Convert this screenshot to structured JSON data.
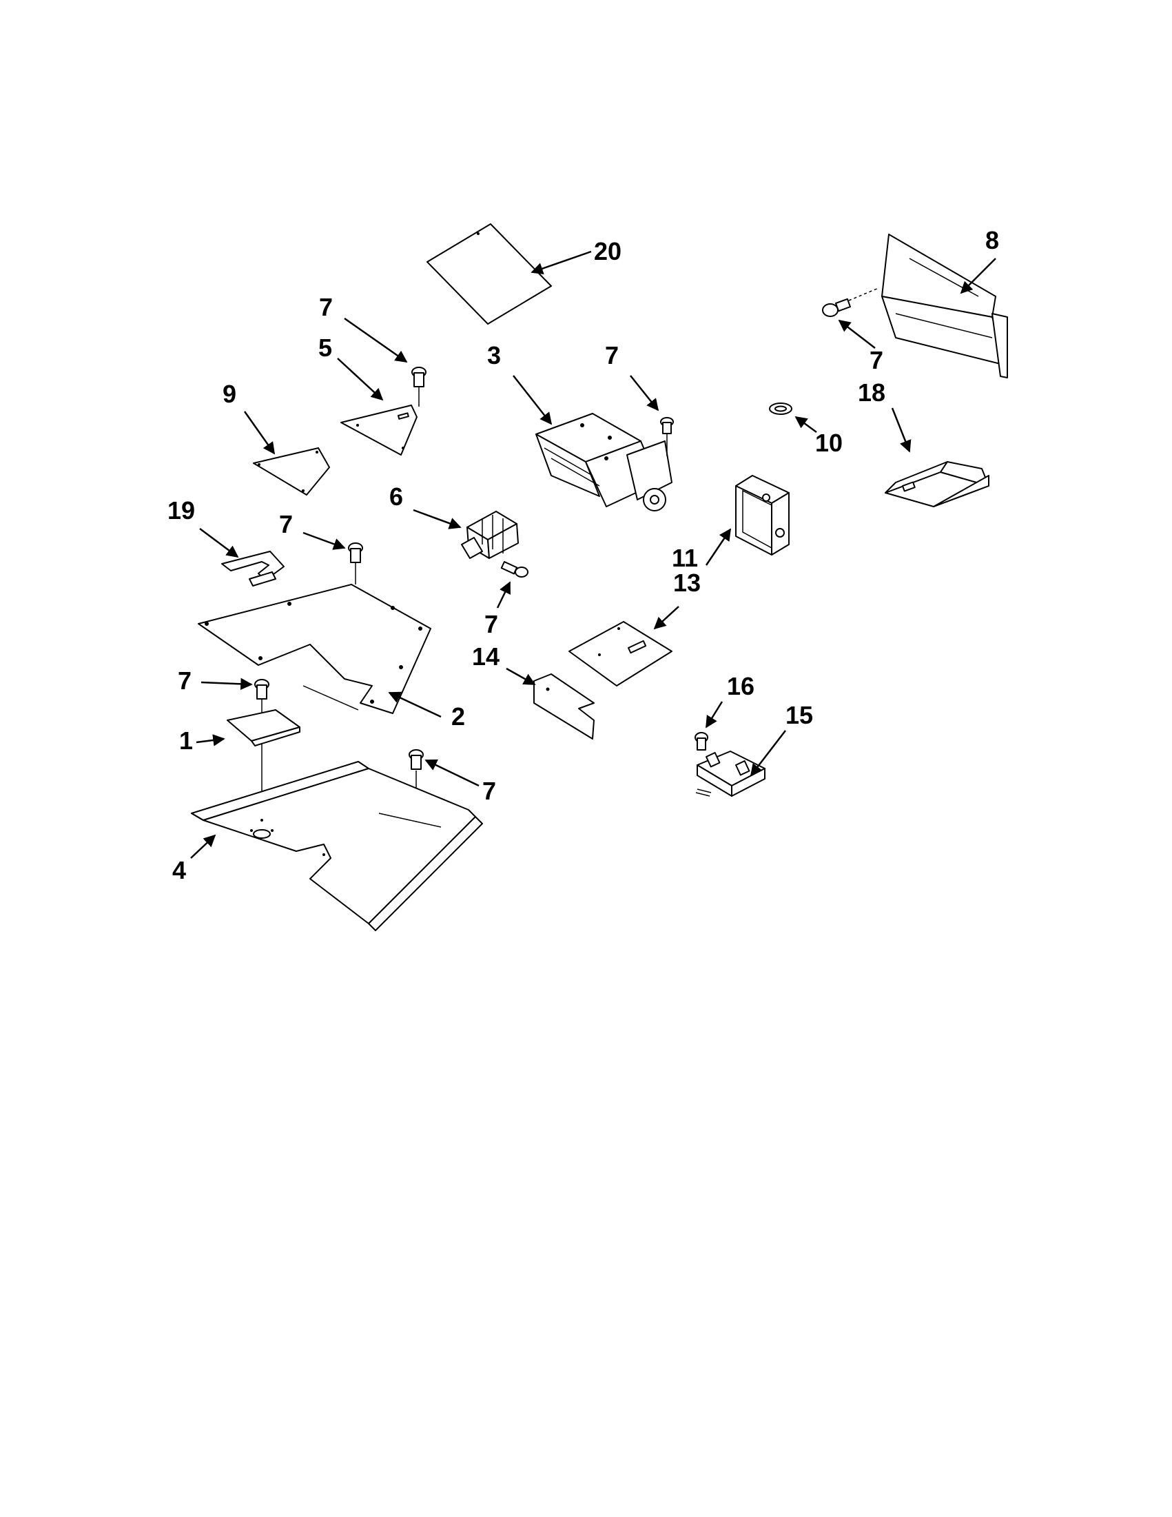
{
  "diagram": {
    "callouts": [
      {
        "id": "c1",
        "label": "1"
      },
      {
        "id": "c2",
        "label": "2"
      },
      {
        "id": "c3",
        "label": "3"
      },
      {
        "id": "c4",
        "label": "4"
      },
      {
        "id": "c5",
        "label": "5"
      },
      {
        "id": "c6",
        "label": "6"
      },
      {
        "id": "c7a",
        "label": "7"
      },
      {
        "id": "c7b",
        "label": "7"
      },
      {
        "id": "c7c",
        "label": "7"
      },
      {
        "id": "c7d",
        "label": "7"
      },
      {
        "id": "c7e",
        "label": "7"
      },
      {
        "id": "c7f",
        "label": "7"
      },
      {
        "id": "c7g",
        "label": "7"
      },
      {
        "id": "c8",
        "label": "8"
      },
      {
        "id": "c9",
        "label": "9"
      },
      {
        "id": "c10",
        "label": "10"
      },
      {
        "id": "c11",
        "label": "11"
      },
      {
        "id": "c13",
        "label": "13"
      },
      {
        "id": "c14",
        "label": "14"
      },
      {
        "id": "c15",
        "label": "15"
      },
      {
        "id": "c16",
        "label": "16"
      },
      {
        "id": "c18",
        "label": "18"
      },
      {
        "id": "c19",
        "label": "19"
      },
      {
        "id": "c20",
        "label": "20"
      }
    ],
    "colors": {
      "ink": "#000000",
      "paper": "#ffffff"
    }
  }
}
